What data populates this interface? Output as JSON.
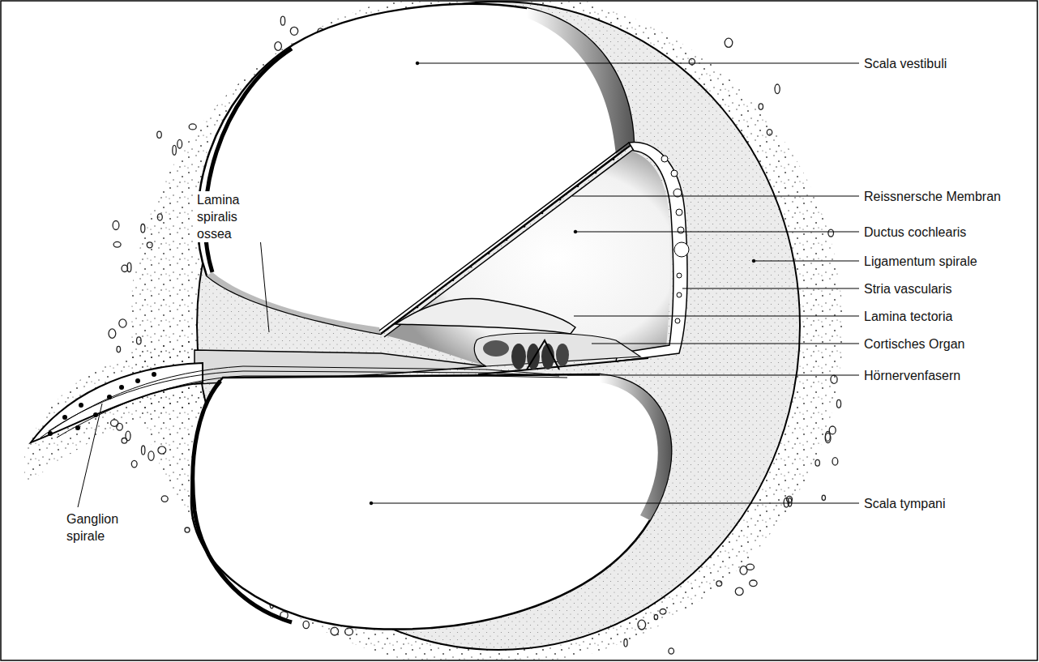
{
  "diagram": {
    "labels": [
      "Scala vestibuli",
      "Lamina spiralis ossea",
      "Reissnersche Membran",
      "Ductus cochlearis",
      "Ligamentum spirale",
      "Stria vascularis",
      "Lamina tectoria",
      "Cortisches Organ",
      "Hörnervenfasern",
      "Scala tympani",
      "Ganglion spirale"
    ]
  }
}
